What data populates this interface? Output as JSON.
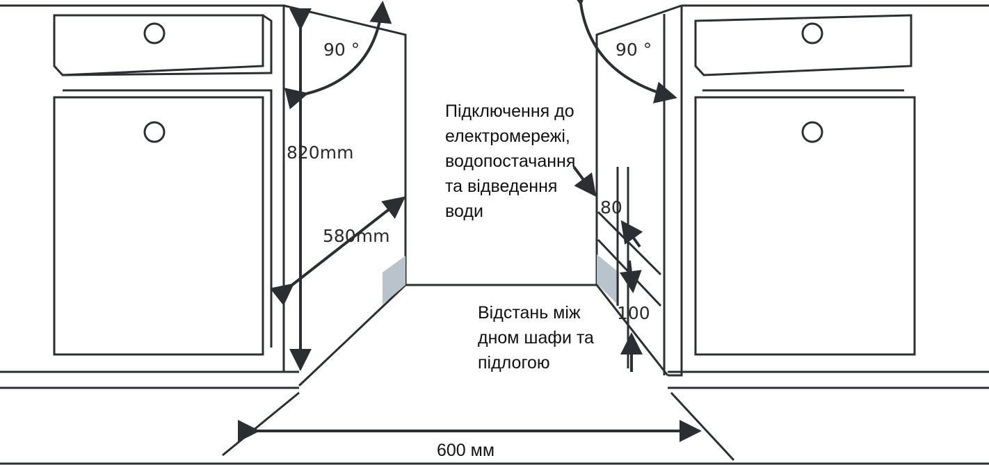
{
  "labels": {
    "angle_left": "90 °",
    "angle_right": "90 °",
    "height": "820mm",
    "depth": "580mm",
    "width": "600 мм",
    "gap_top": "80",
    "gap_bottom": "100",
    "connection_note": "Підключення до\nелектромережі,\nводопостачання\nта відведення\nводи",
    "floor_gap_note": "Відстань між\nдном шафи та\nпідлогою"
  },
  "colors": {
    "line": "#2b2f33",
    "shade": "#b9c3cb"
  }
}
